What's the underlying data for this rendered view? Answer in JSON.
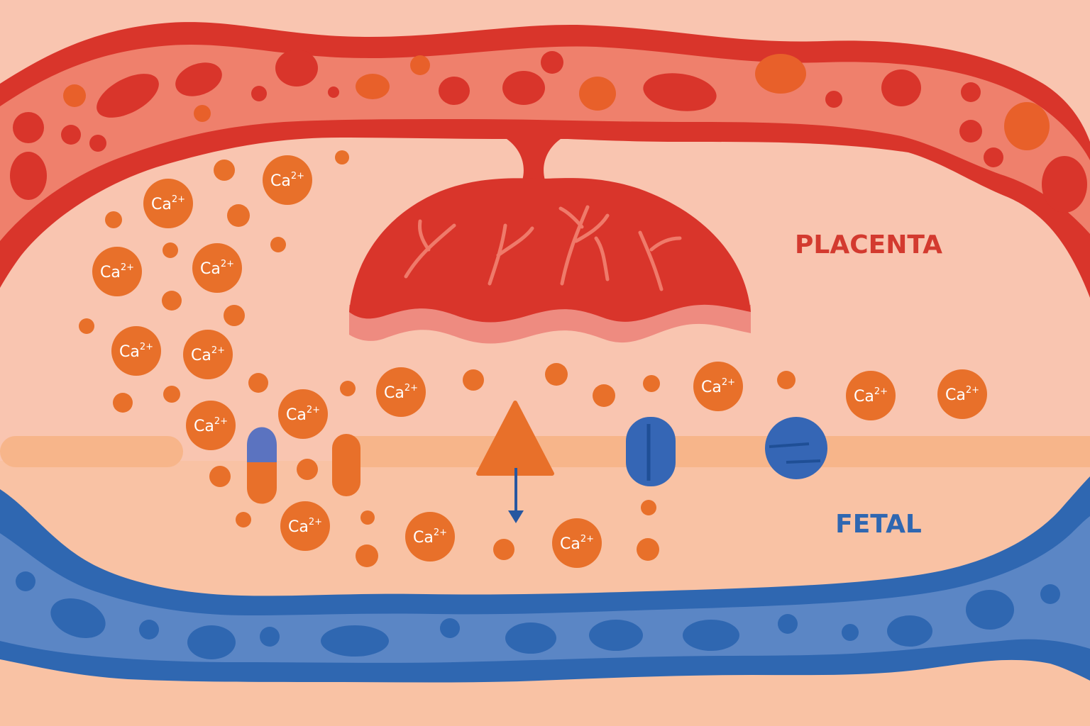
{
  "labels": {
    "placenta": "PLACENTA",
    "fetal": "FETAL",
    "ion_base": "Ca",
    "ion_charge": "2+"
  },
  "colors": {
    "background": "#f9c5b0",
    "fetal_zone": "#f9c2a4",
    "maternal_vessel_wall": "#d9352b",
    "maternal_vessel_lumen": "#ef806c",
    "maternal_cell_dark": "#d9352b",
    "maternal_cell_orange": "#e8602a",
    "placenta_body": "#d9352b",
    "placenta_veins": "#ef7a6a",
    "placenta_fringe": "#ee8b80",
    "fetal_vessel_wall": "#2f67b1",
    "fetal_vessel_lumen": "#5b86c5",
    "fetal_cell": "#2f67b1",
    "membrane": "#f7b58a",
    "calcium_ion": "#e8702a",
    "channel_top": "#5b73c0",
    "channel_bottom": "#e8702a",
    "exchanger_blue": "#3566b5",
    "exchanger_line": "#1f4f96",
    "arrow": "#2757a0",
    "label_placenta": "#d33a2f",
    "label_fetal": "#2f67b1"
  },
  "icons": [
    "calcium-ion-icon",
    "calcium-channel-icon",
    "calcium-pump-icon",
    "transport-triangle-icon",
    "down-arrow-icon",
    "blue-transporter-icon",
    "round-exchanger-icon"
  ]
}
